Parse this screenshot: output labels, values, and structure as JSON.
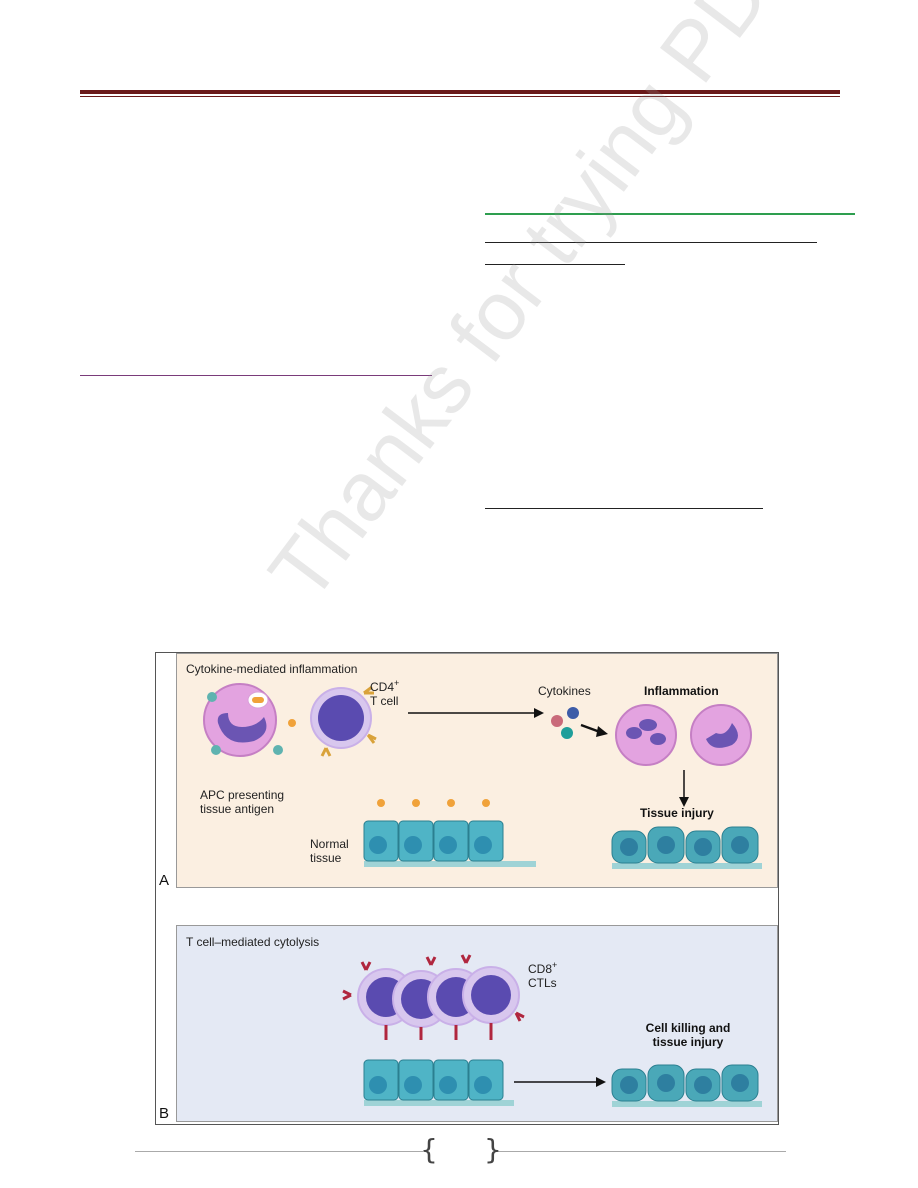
{
  "figure": {
    "panel_a": {
      "letter": "A",
      "title": "Cytokine-mediated inflammation",
      "cd4_label_line1": "CD4",
      "cd4_sup": "+",
      "cd4_label_line2": "T cell",
      "cytokines": "Cytokines",
      "inflammation": "Inflammation",
      "apc_line1": "APC presenting",
      "apc_line2": "tissue antigen",
      "normal_line1": "Normal",
      "normal_line2": "tissue",
      "tissue_injury": "Tissue injury"
    },
    "panel_b": {
      "letter": "B",
      "title": "T cell–mediated cytolysis",
      "cd8_line1": "CD8",
      "cd8_sup": "+",
      "cd8_line2": "CTLs",
      "killing_line1": "Cell killing and",
      "killing_line2": "tissue injury"
    }
  },
  "watermark": "Thanks for trying PDF Suite",
  "colors": {
    "header_rule": "#6b1a1a",
    "green_rule": "#2e9e4f",
    "panel_a_bg": "#fbefe1",
    "panel_b_bg": "#e4e9f4"
  }
}
